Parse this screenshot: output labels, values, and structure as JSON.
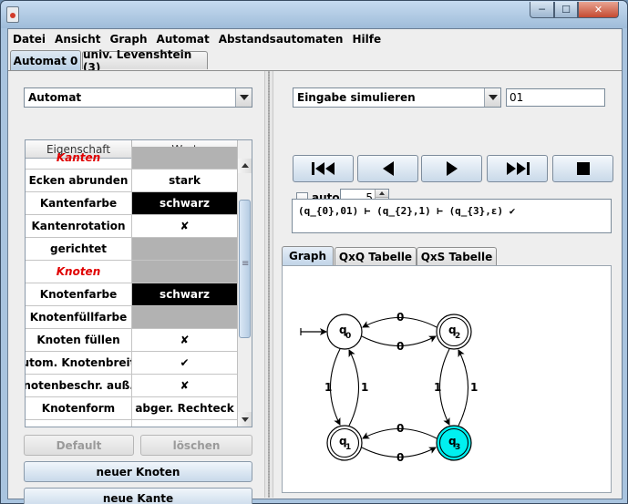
{
  "window": {
    "title": "",
    "buttons": {
      "minimize": "─",
      "maximize": "☐",
      "close": "✕"
    }
  },
  "menubar": [
    "Datei",
    "Ansicht",
    "Graph",
    "Automat",
    "Abstandsautomaten",
    "Hilfe"
  ],
  "main_tabs": [
    "Automat 0",
    "univ. Levenshtein (3)"
  ],
  "left": {
    "combo": "Automat",
    "table": {
      "headers": [
        "Eigenschaft",
        "Wert"
      ],
      "rows": [
        {
          "prop": "Kanten",
          "value": "",
          "style": "section"
        },
        {
          "prop": "Ecken abrunden",
          "value": "stark",
          "style": "normal"
        },
        {
          "prop": "Kantenfarbe",
          "value": "schwarz",
          "style": "black"
        },
        {
          "prop": "Kantenrotation",
          "value": "✘",
          "style": "normal"
        },
        {
          "prop": "gerichtet",
          "value": "",
          "style": "gray"
        },
        {
          "prop": "Knoten",
          "value": "",
          "style": "section"
        },
        {
          "prop": "Knotenfarbe",
          "value": "schwarz",
          "style": "black"
        },
        {
          "prop": "Knotenfüllfarbe",
          "value": "",
          "style": "gray"
        },
        {
          "prop": "Knoten füllen",
          "value": "✘",
          "style": "normal"
        },
        {
          "prop": "autom. Knotenbreite",
          "value": "✔",
          "style": "normal"
        },
        {
          "prop": "Knotenbeschr. auß...",
          "value": "✘",
          "style": "normal"
        },
        {
          "prop": "Knotenform",
          "value": "abger. Rechteck",
          "style": "normal"
        },
        {
          "prop": "",
          "value": "",
          "style": "normal"
        }
      ]
    },
    "buttons": {
      "default": "Default",
      "delete": "löschen",
      "new_node": "neuer Knoten",
      "new_edge": "neue Kante"
    }
  },
  "right": {
    "mode_combo": "Eingabe simulieren",
    "input_value": "01",
    "controls": [
      "to-start",
      "step-back",
      "step-forward",
      "to-end",
      "stop"
    ],
    "auto_label": "auto",
    "auto_checked": false,
    "speed_value": "5",
    "simulation_output": "(q_{0},01) ⊢ (q_{2},1) ⊢ (q_{3},ε) ✔",
    "graph_tabs": [
      "Graph",
      "QxQ Tabelle",
      "QxS Tabelle"
    ],
    "graph": {
      "nodes": [
        {
          "id": "q0",
          "label": "q",
          "sub": "0",
          "accepting": false,
          "initial": true,
          "highlight": false
        },
        {
          "id": "q2",
          "label": "q",
          "sub": "2",
          "accepting": true,
          "initial": false,
          "highlight": false
        },
        {
          "id": "q1",
          "label": "q",
          "sub": "1",
          "accepting": true,
          "initial": false,
          "highlight": false
        },
        {
          "id": "q3",
          "label": "q",
          "sub": "3",
          "accepting": true,
          "initial": false,
          "highlight": true
        }
      ],
      "edges": [
        {
          "from": "q0",
          "to": "q2",
          "label": "0"
        },
        {
          "from": "q2",
          "to": "q0",
          "label": "0"
        },
        {
          "from": "q0",
          "to": "q1",
          "label": "1"
        },
        {
          "from": "q1",
          "to": "q0",
          "label": "1"
        },
        {
          "from": "q2",
          "to": "q3",
          "label": "1"
        },
        {
          "from": "q3",
          "to": "q2",
          "label": "1"
        },
        {
          "from": "q1",
          "to": "q3",
          "label": "0"
        },
        {
          "from": "q3",
          "to": "q1",
          "label": "0"
        }
      ],
      "highlight_color": "#00f0f0"
    }
  }
}
